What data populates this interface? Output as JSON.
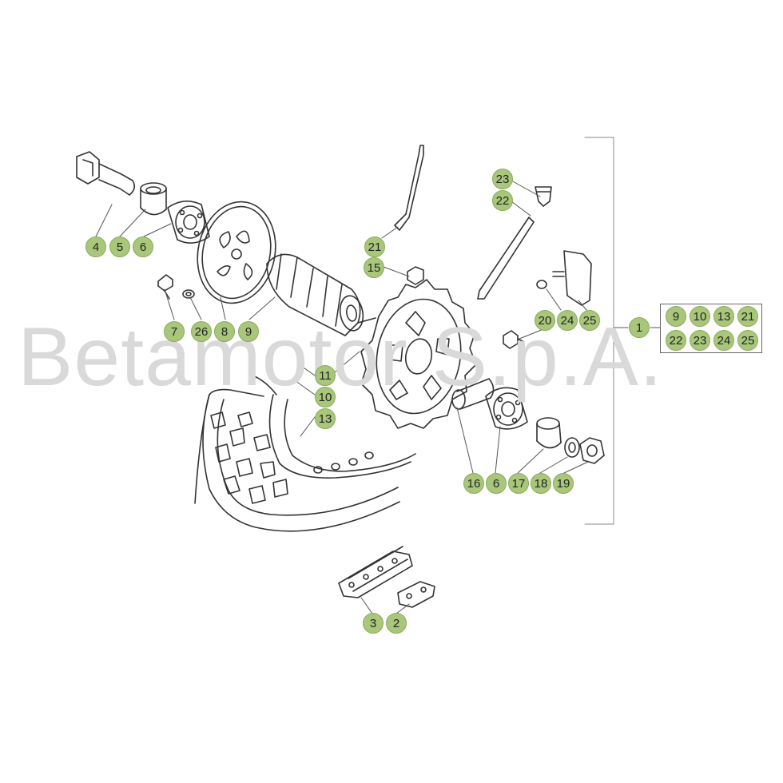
{
  "watermark": "Betamotor S.p.A.",
  "callouts": {
    "c4": "4",
    "c5": "5",
    "c6a": "6",
    "c7": "7",
    "c26": "26",
    "c8": "8",
    "c9": "9",
    "c21a": "21",
    "c15": "15",
    "c23": "23",
    "c22": "22",
    "c20": "20",
    "c24": "24",
    "c25": "25",
    "c1": "1",
    "c11": "11",
    "c10": "10",
    "c13": "13",
    "c16": "16",
    "c6b": "6",
    "c17": "17",
    "c18": "18",
    "c19": "19",
    "c3": "3",
    "c2": "2"
  },
  "kit": [
    "9",
    "10",
    "13",
    "21",
    "22",
    "23",
    "24",
    "25"
  ],
  "colors": {
    "callout_fill": "#a9c77a",
    "line": "#333333",
    "watermark": "#d9d9d9"
  }
}
